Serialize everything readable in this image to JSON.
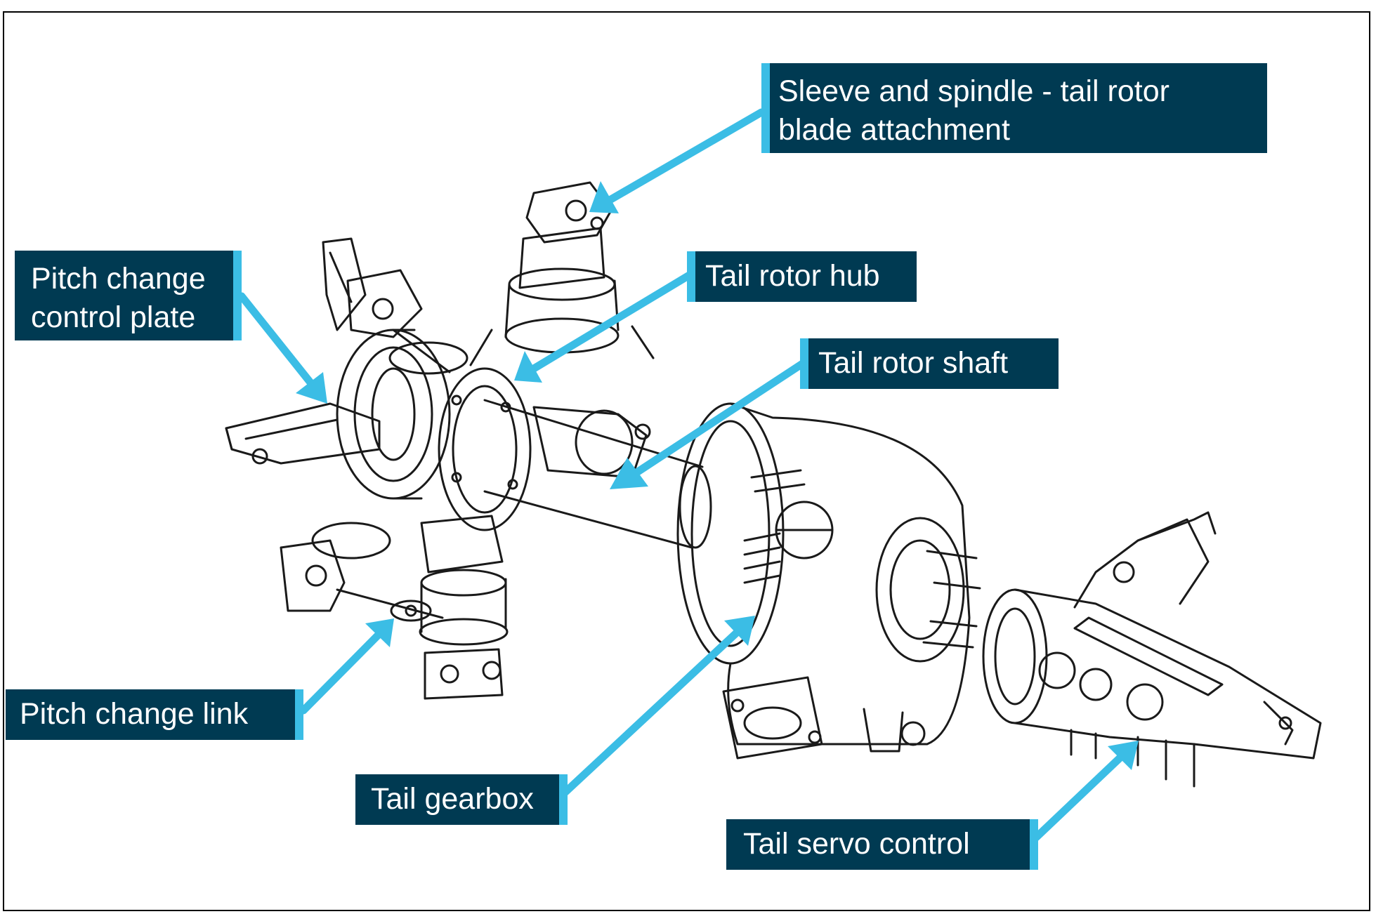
{
  "labels": {
    "sleeve_line1": "Sleeve and spindle - tail rotor",
    "sleeve_line2": "blade attachment",
    "pitch_plate_line1": "Pitch change",
    "pitch_plate_line2": "control plate",
    "hub": "Tail rotor hub",
    "shaft": "Tail rotor shaft",
    "pitch_link": "Pitch change link",
    "gearbox": "Tail gearbox",
    "servo": "Tail servo control"
  },
  "colors": {
    "label_background": "#003a52",
    "label_text": "#ffffff",
    "arrow_accent": "#3bbde5",
    "line_art": "#1a1a1a"
  }
}
